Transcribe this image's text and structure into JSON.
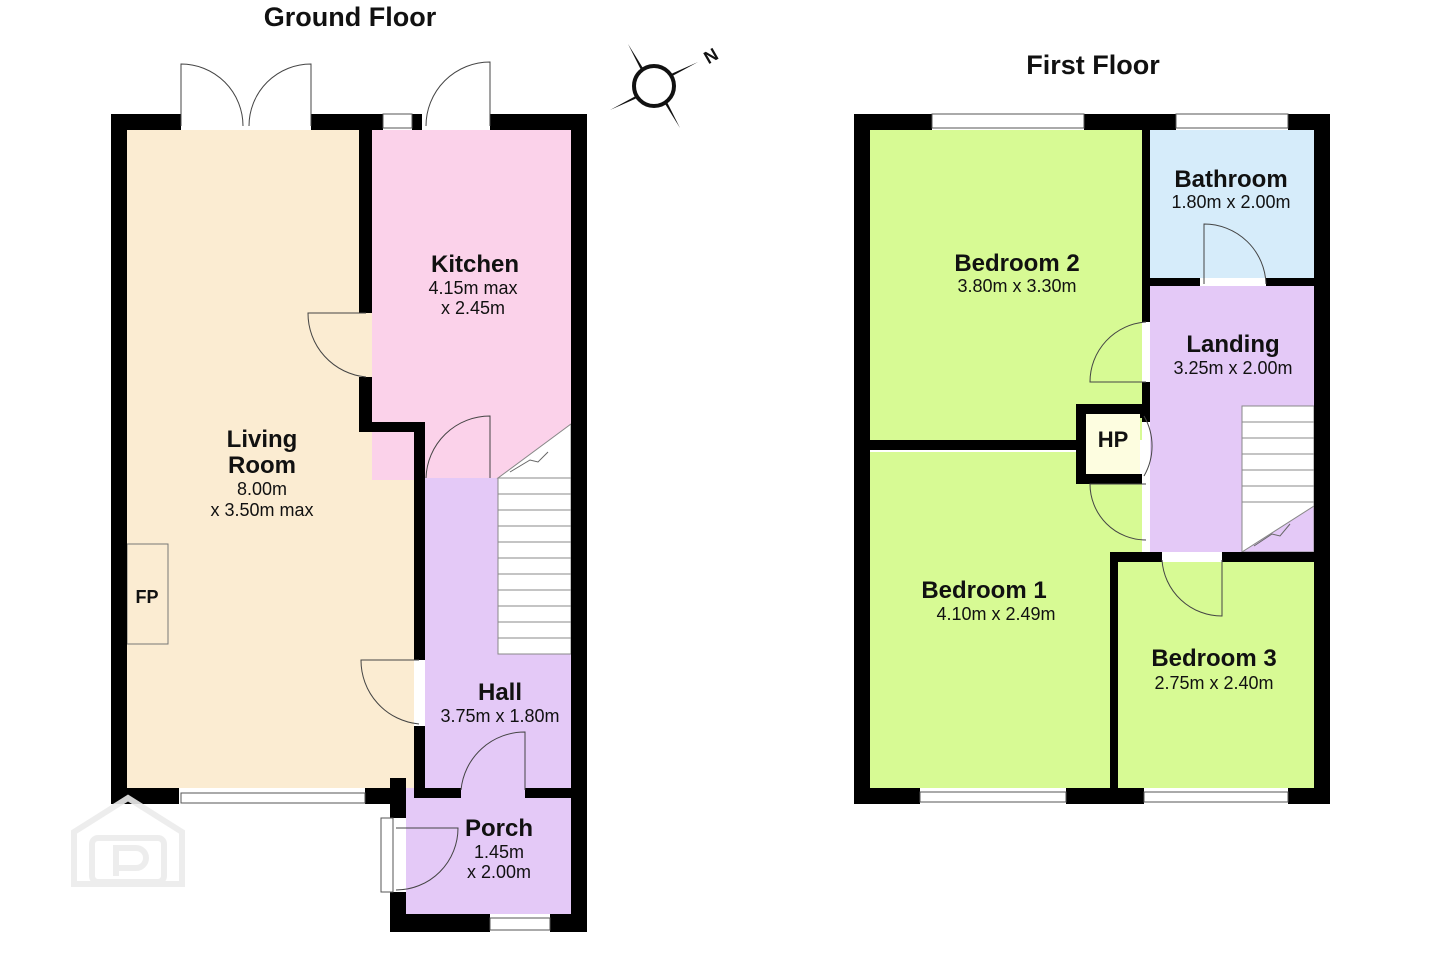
{
  "floors": {
    "ground": {
      "title": "Ground Floor",
      "rooms": {
        "living": {
          "name_line1": "Living",
          "name_line2": "Room",
          "dim_line1": "8.00m",
          "dim_line2": "x 3.50m max"
        },
        "kitchen": {
          "name": "Kitchen",
          "dim_line1": "4.15m max",
          "dim_line2": "x 2.45m"
        },
        "hall": {
          "name": "Hall",
          "dim": "3.75m x 1.80m"
        },
        "porch": {
          "name": "Porch",
          "dim_line1": "1.45m",
          "dim_line2": "x 2.00m"
        }
      },
      "fireplace_label": "FP"
    },
    "first": {
      "title": "First Floor",
      "rooms": {
        "bedroom2": {
          "name": "Bedroom 2",
          "dim": "3.80m x 3.30m"
        },
        "bathroom": {
          "name": "Bathroom",
          "dim": "1.80m x 2.00m"
        },
        "landing": {
          "name": "Landing",
          "dim": "3.25m x 2.00m"
        },
        "bedroom1": {
          "name": "Bedroom 1",
          "dim": "4.10m x 2.49m"
        },
        "bedroom3": {
          "name": "Bedroom 3",
          "dim": "2.75m x 2.40m"
        }
      },
      "hotpress_label": "HP"
    }
  },
  "compass": {
    "north_label": "N"
  },
  "colors": {
    "living_room": "#fbecd2",
    "kitchen": "#fbd2ea",
    "hall_porch_landing": "#e4c9f7",
    "bedrooms": "#d7fa94",
    "bathroom": "#d6ecfa",
    "hotpress": "#fdfde0",
    "wall": "#000000"
  }
}
